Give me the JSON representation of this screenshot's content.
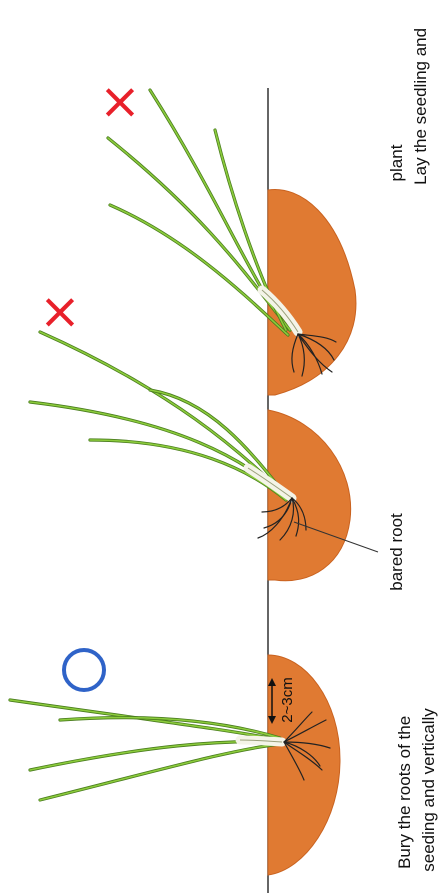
{
  "labels": {
    "lay_flat": [
      "Lay the seedling and",
      "plant"
    ],
    "bared_root": "bared root",
    "bury_vertical": [
      "Bury the roots of the",
      "seeding and vertically"
    ],
    "depth": "2~3cm"
  },
  "marks": {
    "correct": "○",
    "wrong": "×"
  },
  "colors": {
    "soil": "#e07a32",
    "soil_edge": "#c9621f",
    "leaf_dark": "#4a7d1e",
    "leaf_light": "#8ccc3c",
    "stem_white": "#f4f4e8",
    "correct_mark": "#2f63c8",
    "wrong_mark": "#e8202a"
  }
}
